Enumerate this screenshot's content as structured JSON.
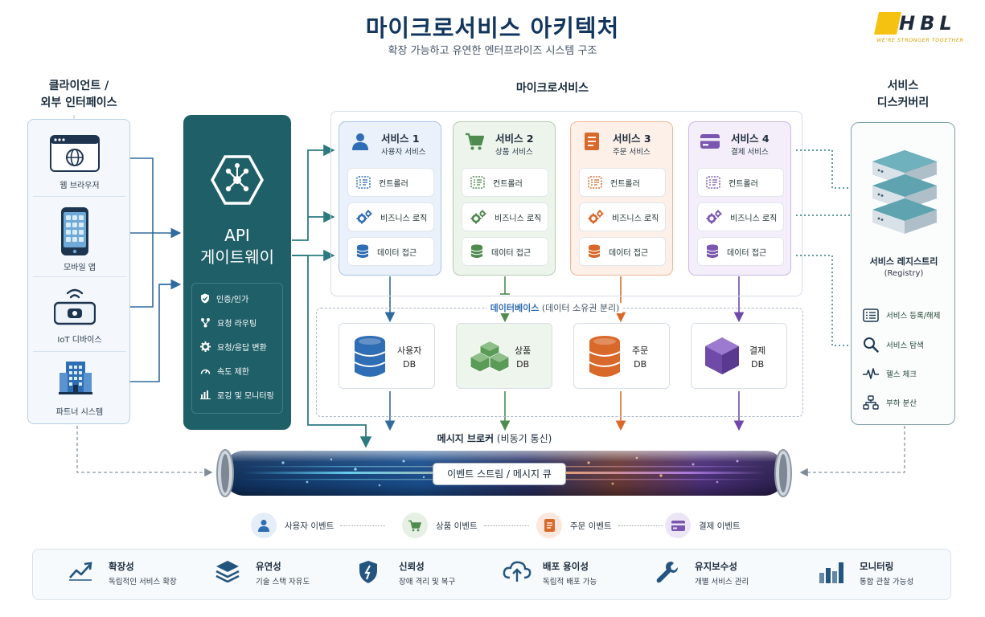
{
  "title": "마이크로서비스 아키텍처",
  "subtitle": "확장 가능하고 유연한 엔터프라이즈 시스템 구조",
  "logo": {
    "text": "HBL",
    "tagline": "WE'RE STRONGER TOGETHER",
    "accent": "#f5c211"
  },
  "clients": {
    "title_line1": "클라이언트 /",
    "title_line2": "외부 인터페이스",
    "items": [
      {
        "label": "웹 브라우저",
        "icon": "globe-icon"
      },
      {
        "label": "모바일 앱",
        "icon": "mobile-icon"
      },
      {
        "label": "IoT 디바이스",
        "icon": "iot-icon"
      },
      {
        "label": "파트너 시스템",
        "icon": "building-icon"
      }
    ]
  },
  "gateway": {
    "line1": "API",
    "line2": "게이트웨이",
    "features": [
      {
        "label": "인증/인가",
        "icon": "shield-icon"
      },
      {
        "label": "요청 라우팅",
        "icon": "routing-icon"
      },
      {
        "label": "요청/응답 변환",
        "icon": "gear-icon"
      },
      {
        "label": "속도 제한",
        "icon": "gauge-icon"
      },
      {
        "label": "로깅 및 모니터링",
        "icon": "bar-chart-icon"
      }
    ],
    "color": "#1f5f68"
  },
  "microservices": {
    "title": "마이크로서비스",
    "layers": [
      "컨트롤러",
      "비즈니스 로직",
      "데이터 접근"
    ],
    "services": [
      {
        "number": "서비스 1",
        "name": "사용자 서비스",
        "icon": "user-icon",
        "color": "#2f6db5",
        "bg": "#eaf1fa"
      },
      {
        "number": "서비스 2",
        "name": "상품 서비스",
        "icon": "cart-icon",
        "color": "#4f8a4f",
        "bg": "#edf4ec"
      },
      {
        "number": "서비스 3",
        "name": "주문 서비스",
        "icon": "order-icon",
        "color": "#d9692a",
        "bg": "#fdf0e8"
      },
      {
        "number": "서비스 4",
        "name": "결제 서비스",
        "icon": "card-icon",
        "color": "#7a56b0",
        "bg": "#f3eef9"
      }
    ]
  },
  "databases": {
    "title": "데이터베이스",
    "note": "(데이터 소유권 분리)",
    "items": [
      {
        "line1": "사용자",
        "line2": "DB",
        "color": "#2f6db5"
      },
      {
        "line1": "상품",
        "line2": "DB",
        "color": "#5b9b58"
      },
      {
        "line1": "주문",
        "line2": "DB",
        "color": "#d9692a"
      },
      {
        "line1": "결제",
        "line2": "DB",
        "color": "#6f4aa8"
      }
    ]
  },
  "discovery": {
    "title_line1": "서비스",
    "title_line2": "디스커버리",
    "registry_title": "서비스 레지스트리",
    "registry_sub": "(Registry)",
    "items": [
      {
        "label": "서비스 등록/해제",
        "icon": "list-icon"
      },
      {
        "label": "서비스 탐색",
        "icon": "search-icon"
      },
      {
        "label": "헬스 체크",
        "icon": "pulse-icon"
      },
      {
        "label": "부하 분산",
        "icon": "network-icon"
      }
    ]
  },
  "broker": {
    "title": "메시지 브로커",
    "note": "(비동기 통신)",
    "stream_label": "이벤트 스트림 / 메시지 큐"
  },
  "events": [
    {
      "label": "사용자 이벤트",
      "color": "#2f6db5",
      "bg": "#e4edf8"
    },
    {
      "label": "상품 이벤트",
      "color": "#4f8a4f",
      "bg": "#e6f0e4"
    },
    {
      "label": "주문 이벤트",
      "color": "#d9692a",
      "bg": "#fbe7dc"
    },
    {
      "label": "결제 이벤트",
      "color": "#7a56b0",
      "bg": "#ece5f6"
    }
  ],
  "benefits": [
    {
      "title": "확장성",
      "desc": "독립적인 서비스 확장",
      "icon": "trend-up-icon"
    },
    {
      "title": "유연성",
      "desc": "기술 스택 자유도",
      "icon": "layers-icon"
    },
    {
      "title": "신뢰성",
      "desc": "장애 격리 및 복구",
      "icon": "shield-icon"
    },
    {
      "title": "배포 용이성",
      "desc": "독립적 배포 가능",
      "icon": "cloud-upload-icon"
    },
    {
      "title": "유지보수성",
      "desc": "개별 서비스 관리",
      "icon": "wrench-icon"
    },
    {
      "title": "모니터링",
      "desc": "통합 관찰 가능성",
      "icon": "bar-chart-icon"
    }
  ]
}
